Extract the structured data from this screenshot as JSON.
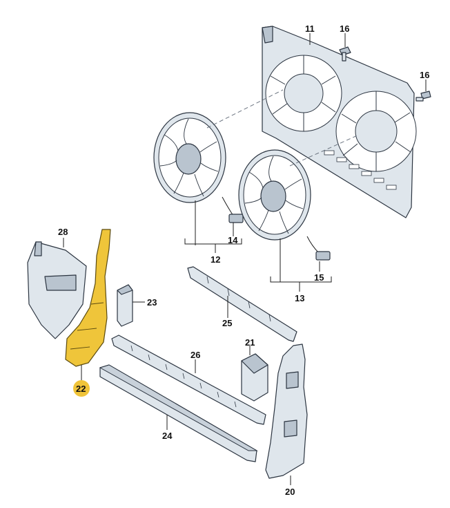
{
  "callouts": {
    "c11": "11",
    "c16a": "16",
    "c16b": "16",
    "c14": "14",
    "c12": "12",
    "c15": "15",
    "c13": "13",
    "c28": "28",
    "c23": "23",
    "c25": "25",
    "c21": "21",
    "c26": "26",
    "c22": "22",
    "c24": "24",
    "c20": "20"
  },
  "colors": {
    "part": "#dfe6ec",
    "highlight": "#efc53a",
    "outline": "#2b3440"
  }
}
